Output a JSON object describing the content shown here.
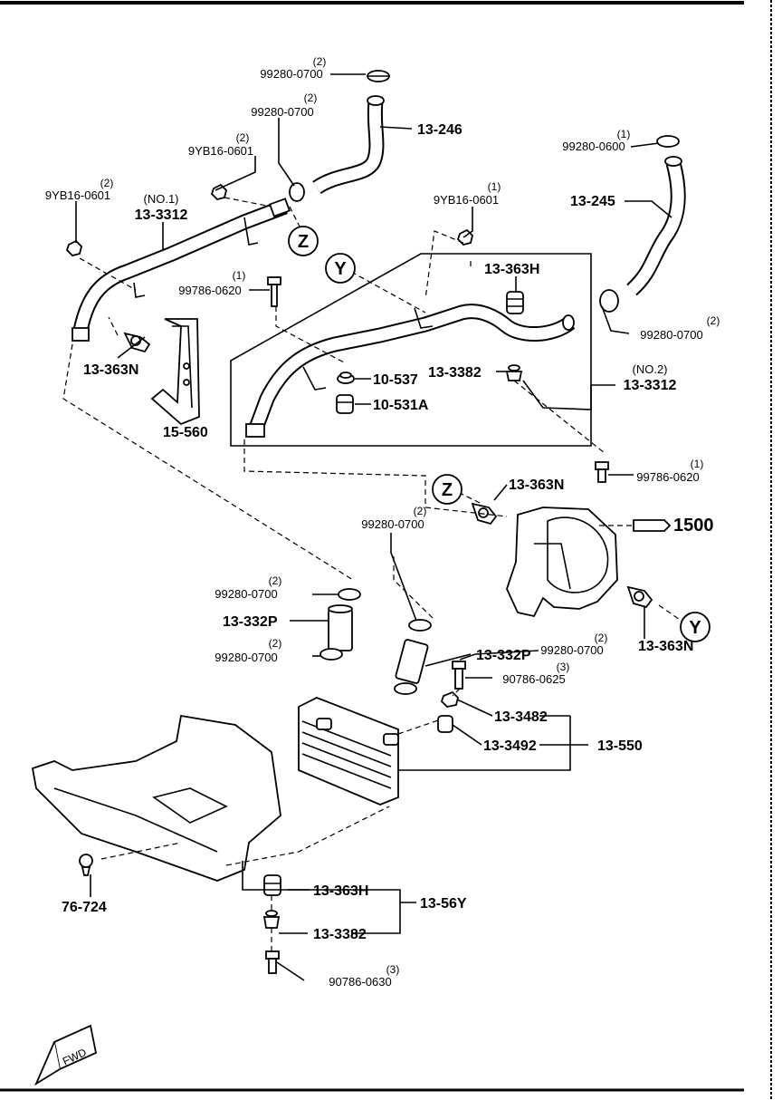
{
  "labels": {
    "hose_upper_qty_a": "(2)",
    "hose_upper_clamp_a": "99280-0700",
    "hose_upper_qty_b": "(2)",
    "hose_upper_clamp_b": "99280-0700",
    "hose_13_246": "13-246",
    "nut_left_qty": "(2)",
    "nut_left": "9YB16-0601",
    "nut_far_left_qty": "(2)",
    "nut_far_left": "9YB16-0601",
    "pipe_no1_a": "(NO.1)",
    "pipe_no1_b": "13-3312",
    "clamp_right_qty": "(1)",
    "clamp_right": "99280-0600",
    "hose_13_245": "13-245",
    "nut_mid_qty": "(1)",
    "nut_mid": "9YB16-0601",
    "bolt_mid_qty": "(1)",
    "bolt_mid": "99786-0620",
    "grommet_363h_top": "13-363H",
    "grommet_363n_left": "13-363N",
    "grommet_10537": "10-537",
    "collar_3382_top": "13-3382",
    "grommet_10531a": "10-531A",
    "pipe_no2_a": "(NO.2)",
    "pipe_no2_b": "13-3312",
    "clamp_right_low_qty": "(2)",
    "clamp_right_low": "99280-0700",
    "bracket_15560": "15-560",
    "bolt_right_qty": "(1)",
    "bolt_right": "99786-0620",
    "callout_z": "Z",
    "callout_y": "Y",
    "nipple_363n_top": "13-363N",
    "ref_1500": "1500",
    "nipple_363n_right": "13-363N",
    "clamp_mid_qty": "(2)",
    "clamp_mid": "99280-0700",
    "clamp_left_a_qty": "(2)",
    "clamp_left_a": "99280-0700",
    "hose_332p_left": "13-332P",
    "clamp_left_b_qty": "(2)",
    "clamp_left_b": "99280-0700",
    "hose_332p_right": "13-332P",
    "clamp_332p_right_qty": "(2)",
    "clamp_332p_right": "99280-0700",
    "bolt_625_qty": "(3)",
    "bolt_625": "90786-0625",
    "cushion_3482": "13-3482",
    "cushion_3492": "13-3492",
    "cooler_550": "13-550",
    "clip_76724": "76-724",
    "grommet_363h_bottom": "13-363H",
    "set_56y": "13-56Y",
    "collar_3382_bottom": "13-3382",
    "bolt_630_qty": "(3)",
    "bolt_630": "90786-0630",
    "fwd": "FWD"
  }
}
